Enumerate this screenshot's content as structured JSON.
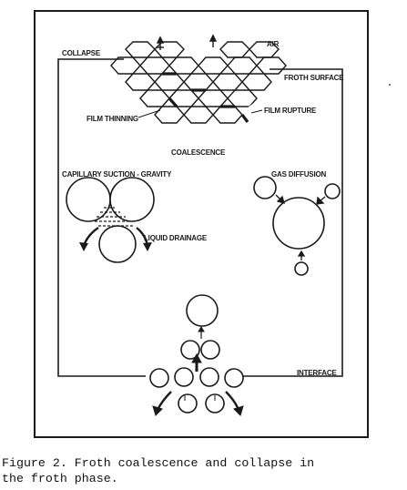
{
  "labels": {
    "collapse": "COLLAPSE",
    "air": "AIR",
    "froth_surface": "FROTH SURFACE",
    "film_thinning": "FILM THINNING",
    "film_rupture": "FILM RUPTURE",
    "coalescence": "COALESCENCE",
    "capillary_suction": "CAPILLARY SUCTION - GRAVITY",
    "gas_diffusion": "GAS DIFFUSION",
    "liquid_drainage": "LIQUID DRAINAGE",
    "interface": "INTERFACE"
  },
  "caption": {
    "line1": "Figure 2. Froth coalescence and collapse in",
    "line2": "the froth phase."
  }
}
